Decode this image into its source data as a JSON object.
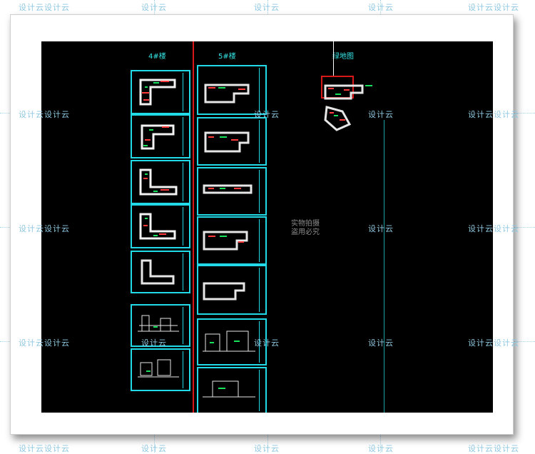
{
  "watermark": {
    "text": "设计云设计云",
    "text_short": "设计云"
  },
  "columns": {
    "left_label": "4#楼",
    "mid_label": "5#楼",
    "right_label": "绿地图"
  },
  "overlay": {
    "line1": "实物拍摄",
    "line2": "盗用必究"
  },
  "colors": {
    "canvas": "#000000",
    "frame_border": "#22d9e8",
    "accent_red": "#d81818",
    "watermark": "#8fc7e0"
  }
}
